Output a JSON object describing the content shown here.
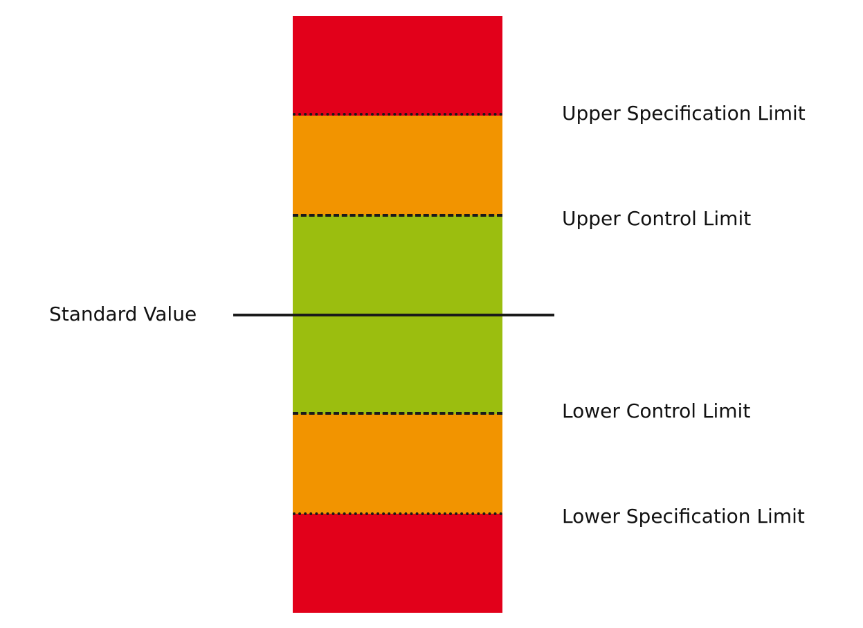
{
  "colors": {
    "out_of_spec": "#E2001A",
    "warning": "#F29400",
    "in_control": "#9BBE0F",
    "line": "#1a1a1a"
  },
  "labels": {
    "upper_spec": "Upper Specification Limit",
    "upper_control": "Upper Control Limit",
    "standard": "Standard Value",
    "lower_control": "Lower Control Limit",
    "lower_spec": "Lower Specification Limit"
  }
}
